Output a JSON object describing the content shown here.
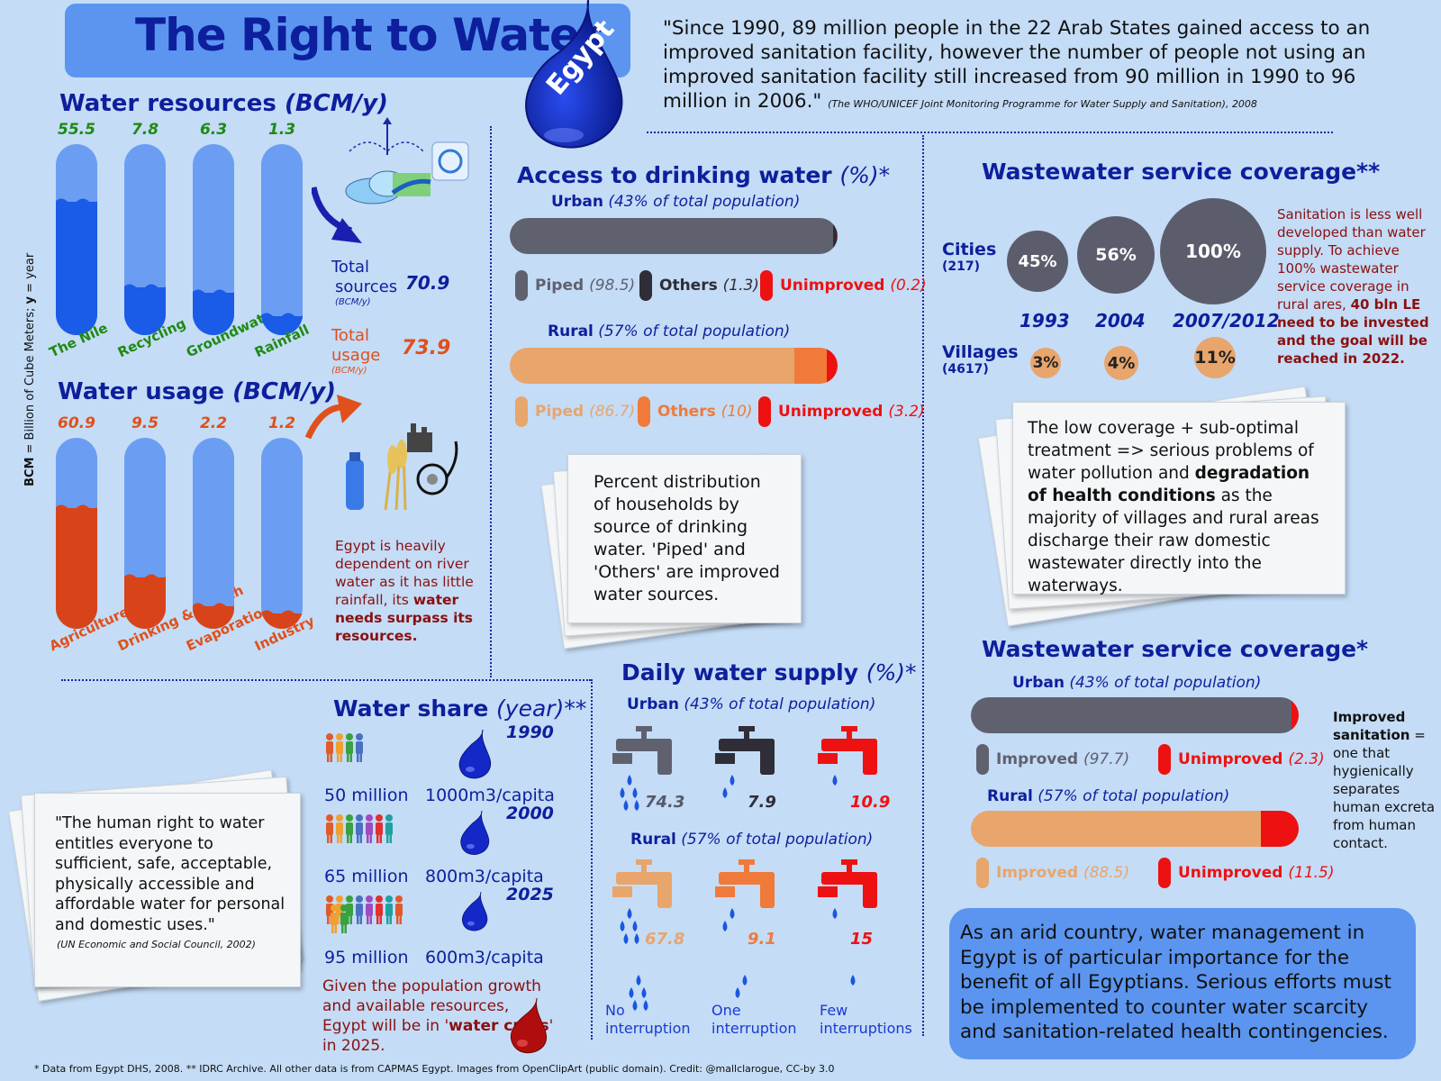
{
  "title": "The Right to Water",
  "country": "Egypt",
  "intro_quote": {
    "text": "\"Since 1990, 89 million people in the 22 Arab States gained access to an improved sanitation facility, however the number of people not using an improved sanitation facility still increased from 90 million in 1990 to 96 million in 2006.\"",
    "source": "(The WHO/UNICEF Joint Monitoring Programme for Water Supply and Sanitation), 2008"
  },
  "side_note": {
    "a": "BCM",
    "b": " = Billion of Cube Meters; ",
    "c": "y",
    "d": " = year"
  },
  "resources": {
    "heading": "Water resources",
    "unit": "(BCM/y)",
    "items": [
      {
        "label": "The Nile",
        "value": "55.5",
        "fill": 0.7
      },
      {
        "label": "Recycling",
        "value": "7.8",
        "fill": 0.25
      },
      {
        "label": "Groundwater",
        "value": "6.3",
        "fill": 0.22
      },
      {
        "label": "Rainfall",
        "value": "1.3",
        "fill": 0.1
      }
    ],
    "total_label_1": "Total",
    "total_label_2": "sources",
    "total_unit": "(BCM/y)",
    "total_value": "70.9"
  },
  "usage": {
    "heading": "Water usage",
    "unit": "(BCM/y)",
    "items": [
      {
        "label": "Agriculture",
        "value": "60.9",
        "fill": 0.63
      },
      {
        "label": "Drinking & Health",
        "value": "9.5",
        "fill": 0.27
      },
      {
        "label": "Evaporation",
        "value": "2.2",
        "fill": 0.12
      },
      {
        "label": "Industry",
        "value": "1.2",
        "fill": 0.08
      }
    ],
    "total_label_1": "Total",
    "total_label_2": "usage",
    "total_unit": "(BCM/y)",
    "total_value": "73.9",
    "note_plain": "Egypt is heavily dependent on river water as it has little rainfall, its ",
    "note_bold": "water needs surpass its resources."
  },
  "access": {
    "heading": "Access to drinking water",
    "unit": "(%)*",
    "urban_label": "Urban",
    "urban_sub": "(43% of total population)",
    "urban": [
      {
        "label": "Piped",
        "value": "(98.5)",
        "pct": 98.5,
        "color": "#60616f"
      },
      {
        "label": "Others",
        "value": "(1.3)",
        "pct": 1.3,
        "color": "#2f2d37"
      },
      {
        "label": "Unimproved",
        "value": "(0.2)",
        "pct": 0.2,
        "color": "#ee1111"
      }
    ],
    "rural_label": "Rural",
    "rural_sub": "(57% of total population)",
    "rural": [
      {
        "label": "Piped",
        "value": "(86.7)",
        "pct": 86.7,
        "color": "#e8a56c"
      },
      {
        "label": "Others",
        "value": "(10)",
        "pct": 10,
        "color": "#f07a3a"
      },
      {
        "label": "Unimproved",
        "value": "(3.2)",
        "pct": 3.2,
        "color": "#ee1111"
      }
    ],
    "note": "Percent distribution of households by source of drinking water. 'Piped' and 'Others' are improved water sources."
  },
  "ww1": {
    "heading": "Wastewater service coverage**",
    "cities_label": "Cities",
    "cities_count": "(217)",
    "villages_label": "Villages",
    "villages_count": "(4617)",
    "years": [
      "1993",
      "2004",
      "2007/2012"
    ],
    "cities": [
      "45%",
      "56%",
      "100%"
    ],
    "villages": [
      "3%",
      "4%",
      "11%"
    ],
    "note_plain": "Sanitation is less well developed than water supply. To achieve 100% wastewater service coverage in rural ares, ",
    "note_bold": "40 bln LE need to be invested and the goal will be reached in 2022."
  },
  "ww_note": {
    "p1": "The low coverage + sub-optimal treatment => serious problems of water pollution and ",
    "b1": "degradation of health conditions",
    "p2": " as the majority of villages and rural areas discharge their raw domestic wastewater directly into the waterways."
  },
  "ww2": {
    "heading": "Wastewater service coverage*",
    "urban_label": "Urban",
    "urban_sub": "(43% of total population)",
    "urban": [
      {
        "label": "Improved",
        "value": "(97.7)",
        "pct": 97.7,
        "color": "#60616f"
      },
      {
        "label": "Unimproved",
        "value": "(2.3)",
        "pct": 2.3,
        "color": "#ee1111"
      }
    ],
    "rural_label": "Rural",
    "rural_sub": "(57% of total population)",
    "rural": [
      {
        "label": "Improved",
        "value": "(88.5)",
        "pct": 88.5,
        "color": "#e8a56c"
      },
      {
        "label": "Unimproved",
        "value": "(11.5)",
        "pct": 11.5,
        "color": "#ee1111"
      }
    ],
    "def_bold": "Improved sanitation",
    "def_plain": "= one that hygienically separates human excreta from human contact."
  },
  "share": {
    "heading": "Water share",
    "unit": "(year)**",
    "rows": [
      {
        "year": "1990",
        "people": "50 million",
        "water": "1000m3/capita"
      },
      {
        "year": "2000",
        "people": "65 million",
        "water": "800m3/capita"
      },
      {
        "year": "2025",
        "people": "95 million",
        "water": "600m3/capita"
      }
    ],
    "note_plain": "Given the population growth and available resources, Egypt will be in '",
    "note_bold": "water crisis",
    "note_end": "' in 2025."
  },
  "human_right": {
    "quote": "\"The human right to water entitles everyone to sufficient, safe, acceptable, physically accessible and affordable water for personal and domestic uses.\"",
    "source": "(UN Economic and Social Council, 2002)"
  },
  "daily": {
    "heading": "Daily water supply",
    "unit": "(%)*",
    "urban_label": "Urban",
    "urban_sub": "(43% of total population)",
    "urban": [
      "74.3",
      "7.9",
      "10.9"
    ],
    "rural_label": "Rural",
    "rural_sub": "(57% of total population)",
    "rural": [
      "67.8",
      "9.1",
      "15"
    ],
    "legend": [
      {
        "l1": "No",
        "l2": "interruption"
      },
      {
        "l1": "One",
        "l2": "interruption"
      },
      {
        "l1": "Few",
        "l2": "interruptions"
      }
    ]
  },
  "conclusion": "As an arid country, water management in Egypt is of particular importance for the benefit of all Egyptians. Serious efforts must be implemented to counter water scarcity and sanitation-related health contingencies.",
  "footer": "* Data from Egypt DHS, 2008. ** IDRC Archive. All other data is from CAPMAS Egypt. Images from OpenClipArt (public domain). Credit: @mallclarogue, CC-by 3.0",
  "colors": {
    "background": "#c4dcf6",
    "navy": "#0d1f9c",
    "resource_fill": "#1a5be8",
    "usage_fill": "#d8431a",
    "tube": "#6b9ef2"
  }
}
